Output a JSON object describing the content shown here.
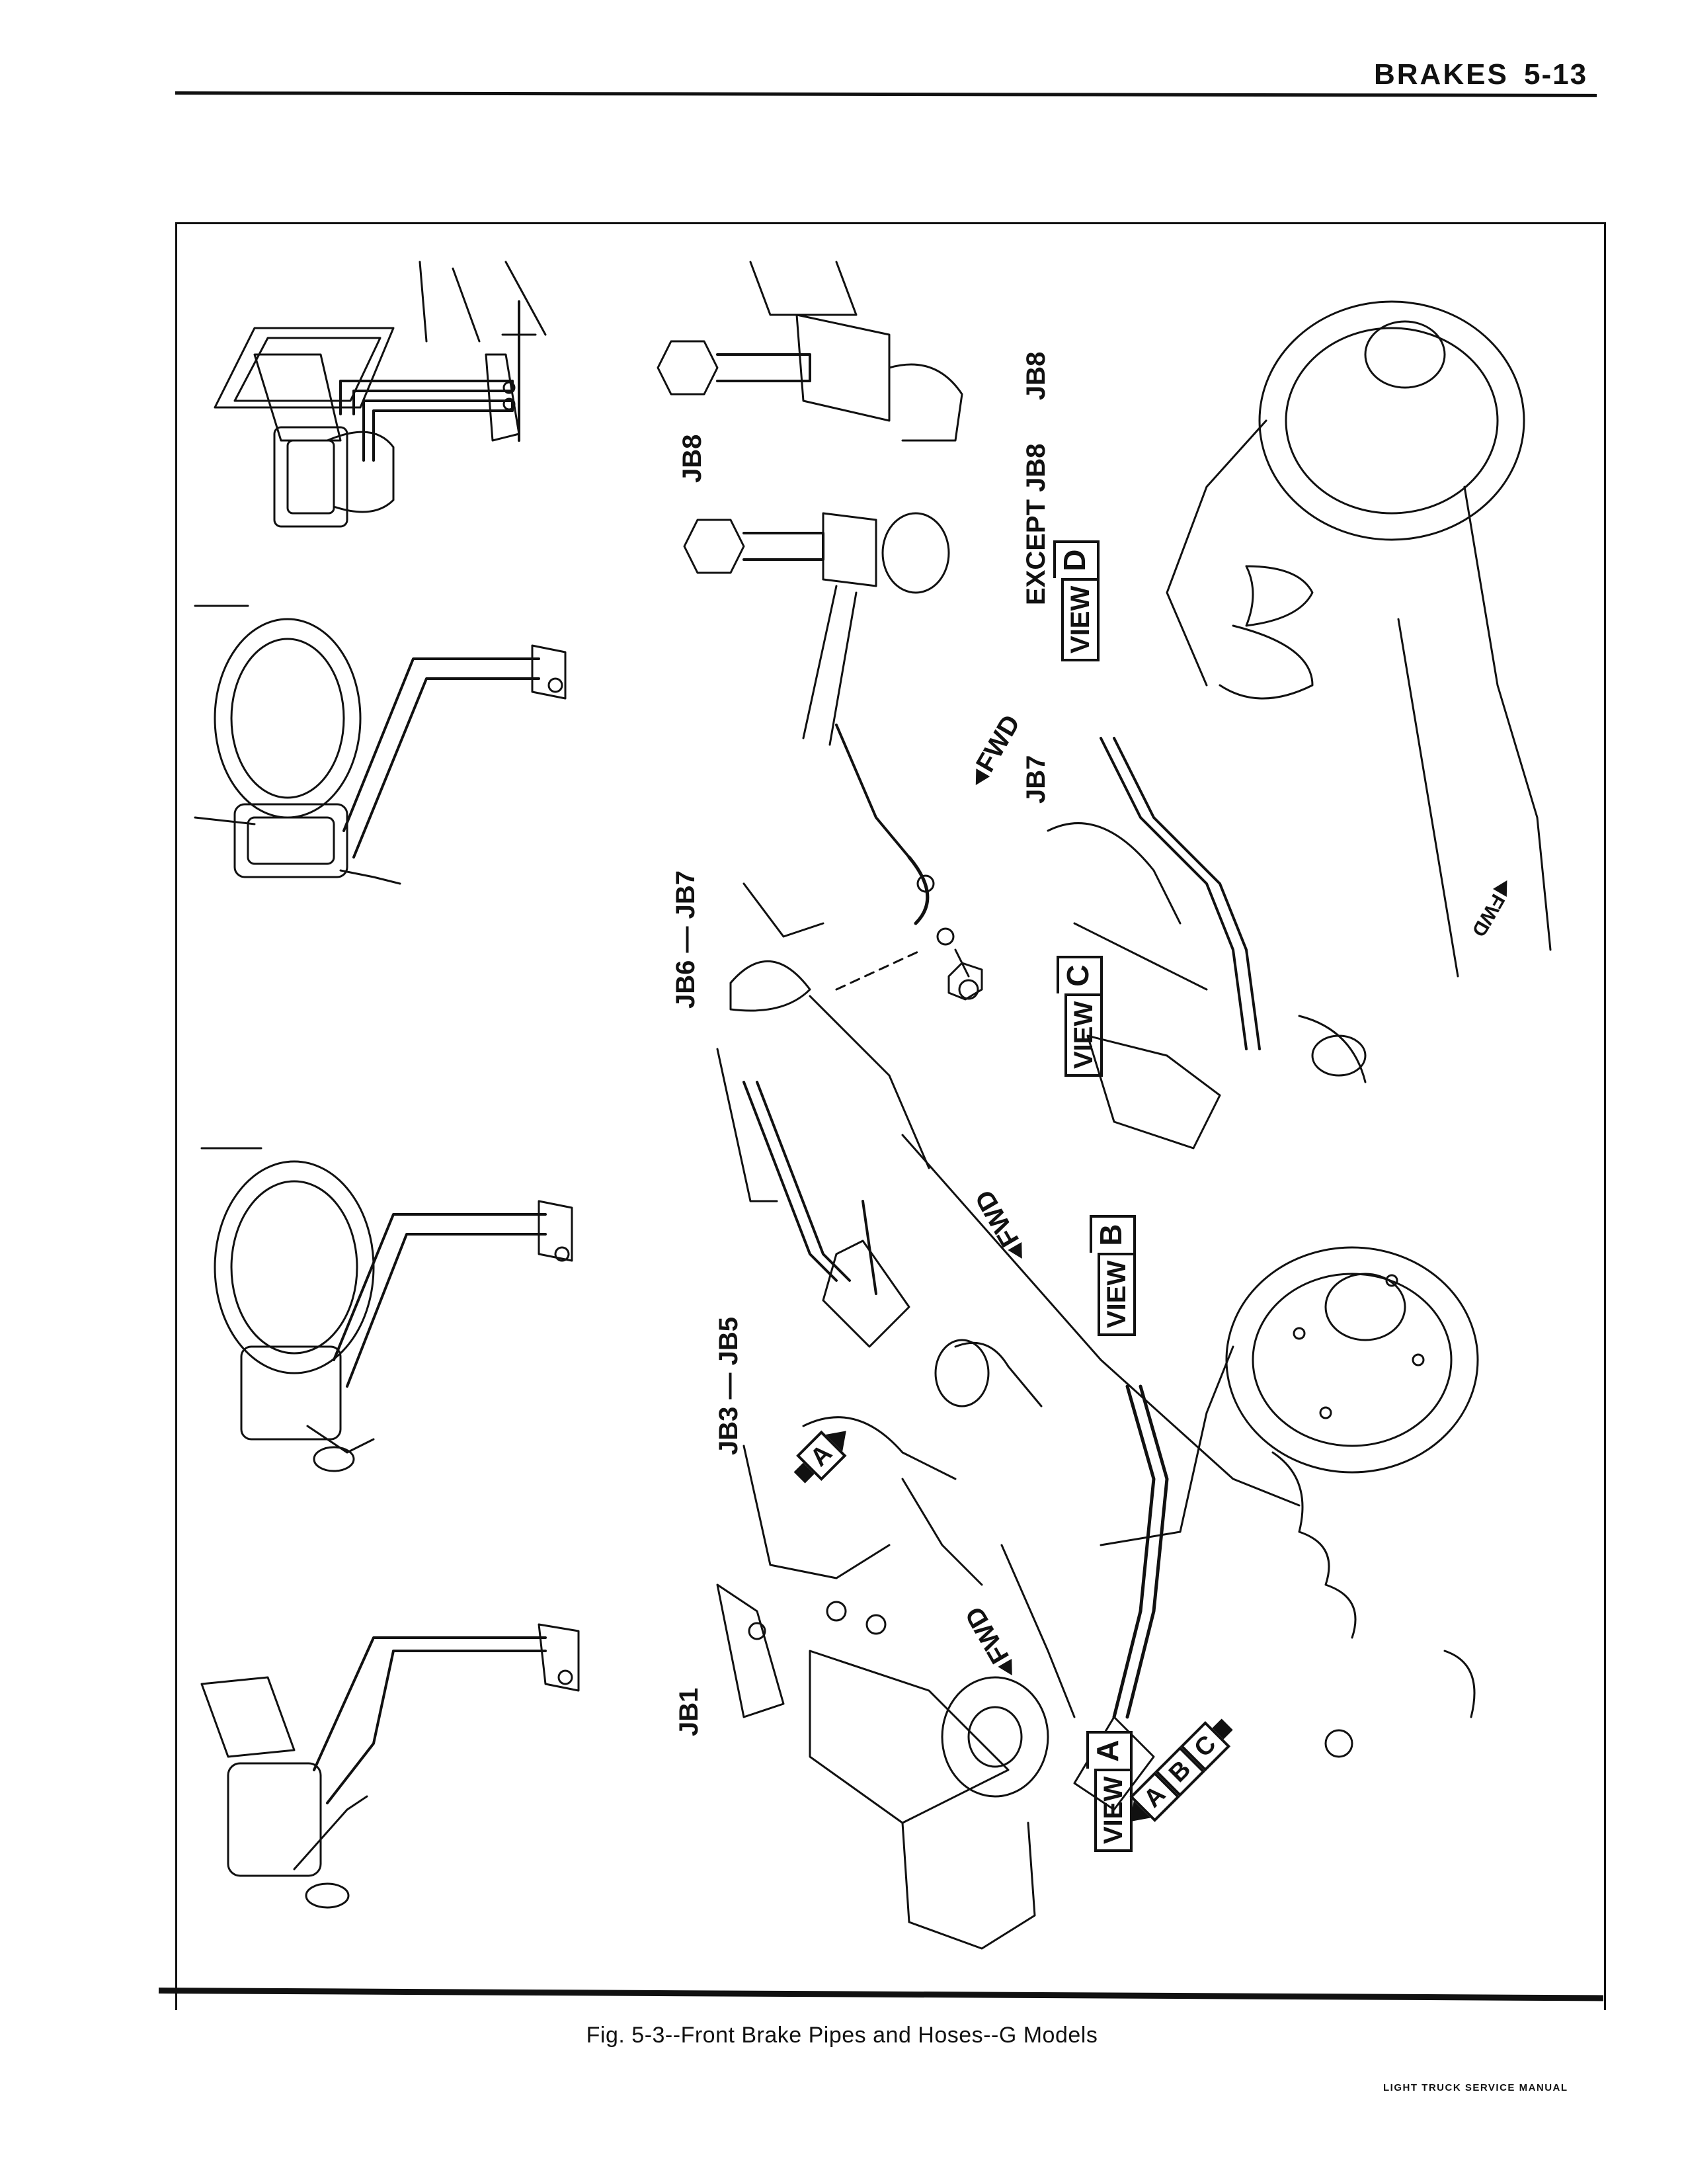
{
  "header": {
    "section": "BRAKES",
    "page_number": "5-13"
  },
  "figure": {
    "caption": "Fig. 5-3--Front Brake Pipes and Hoses--G Models",
    "labels": {
      "jb8_top": "JB8",
      "jb6_jb7": "JB6 — JB7",
      "jb3_jb5": "JB3 — JB5",
      "jb1": "JB1",
      "jb8_view_d": "JB8",
      "except_jb8": "EXCEPT JB8",
      "jb7": "JB7"
    },
    "views": [
      {
        "word": "VIEW",
        "letter": "D"
      },
      {
        "word": "VIEW",
        "letter": "C"
      },
      {
        "word": "VIEW",
        "letter": "B"
      },
      {
        "word": "VIEW",
        "letter": "A"
      }
    ],
    "fwd_text": "FWD",
    "callout_tags": {
      "a_tag": "A",
      "abc_tags": [
        "A",
        "B",
        "C"
      ]
    }
  },
  "footer": {
    "manual_title": "LIGHT TRUCK SERVICE MANUAL"
  }
}
